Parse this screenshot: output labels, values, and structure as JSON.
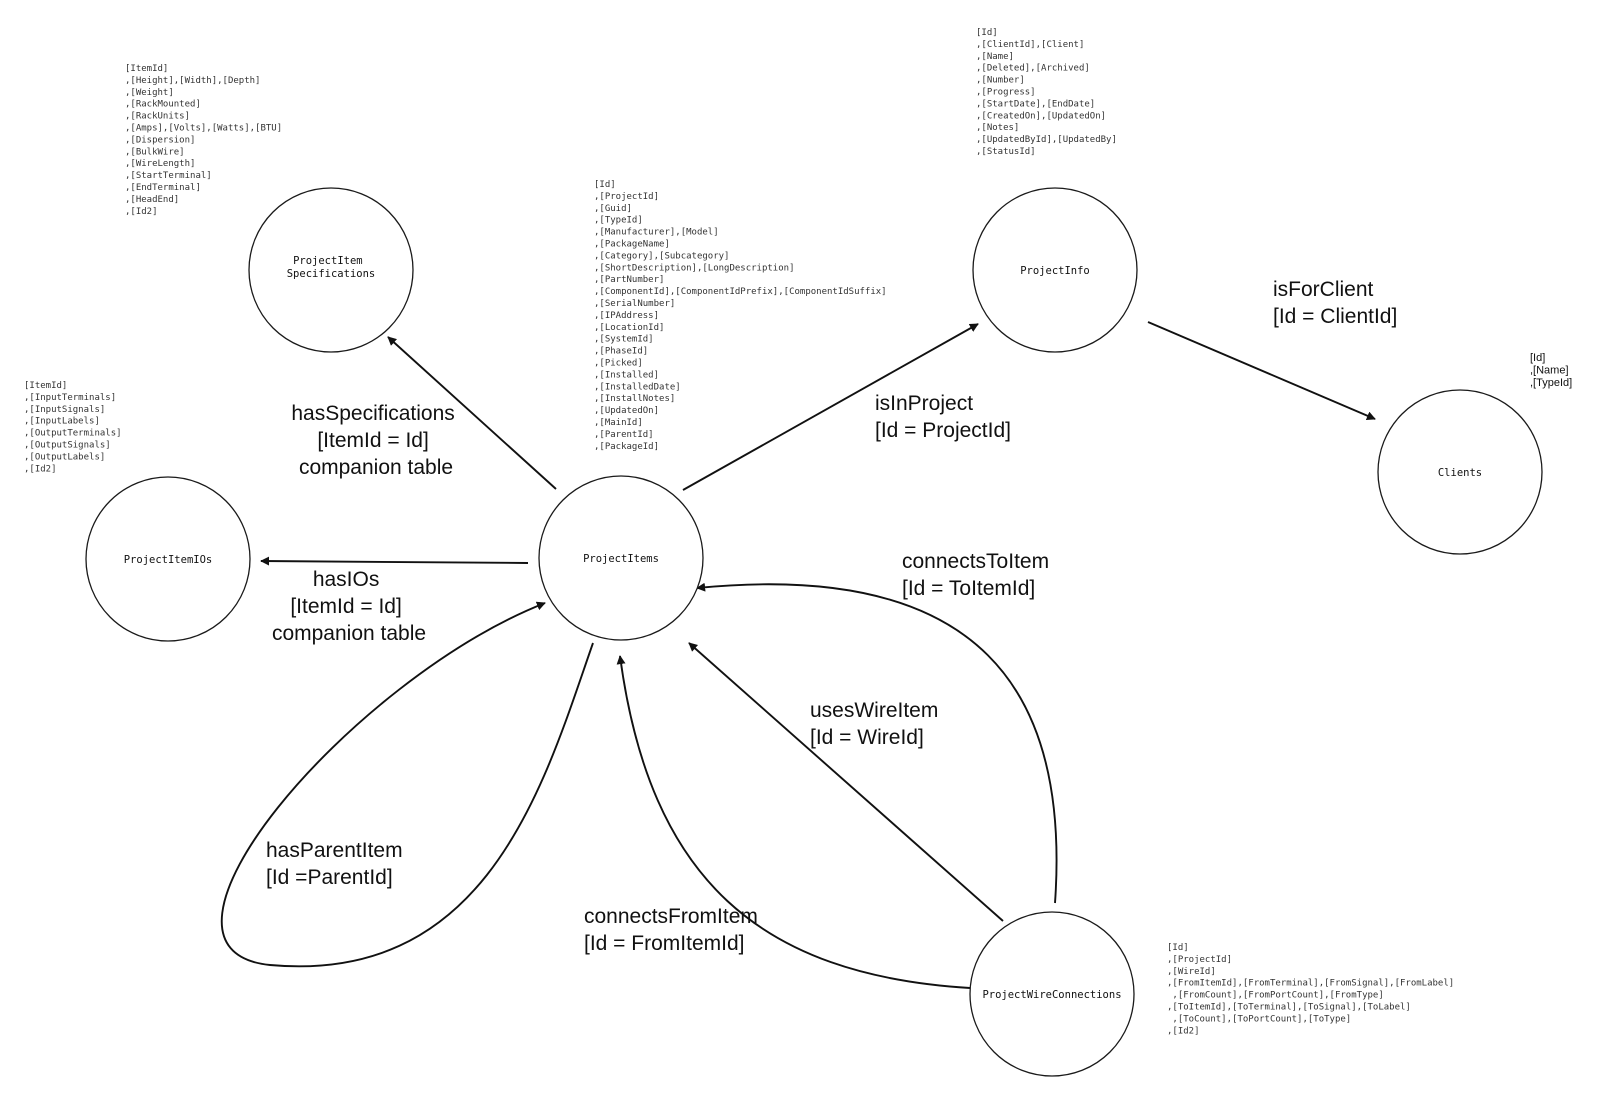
{
  "nodes": {
    "project_items": {
      "label": [
        "ProjectItems"
      ]
    },
    "project_item_specifications": {
      "label": [
        "ProjectItem",
        "Specifications"
      ]
    },
    "project_item_ios": {
      "label": [
        "ProjectItemIOs"
      ]
    },
    "project_info": {
      "label": [
        "ProjectInfo"
      ]
    },
    "clients": {
      "label": [
        "Clients"
      ]
    },
    "project_wire_connections": {
      "label": [
        "ProjectWireConnections"
      ]
    }
  },
  "fields": {
    "project_item_specifications": [
      "[ItemId]",
      ",[Height],[Width],[Depth]",
      ",[Weight]",
      ",[RackMounted]",
      ",[RackUnits]",
      ",[Amps],[Volts],[Watts],[BTU]",
      ",[Dispersion]",
      ",[BulkWire]",
      ",[WireLength]",
      ",[StartTerminal]",
      ",[EndTerminal]",
      ",[HeadEnd]",
      ",[Id2]"
    ],
    "project_item_ios": [
      " [ItemId]",
      ",[InputTerminals]",
      ",[InputSignals]",
      ",[InputLabels]",
      ",[OutputTerminals]",
      ",[OutputSignals]",
      ",[OutputLabels]",
      ",[Id2]"
    ],
    "project_items": [
      "[Id]",
      ",[ProjectId]",
      ",[Guid]",
      ",[TypeId]",
      ",[Manufacturer],[Model]",
      ",[PackageName]",
      ",[Category],[Subcategory]",
      ",[ShortDescription],[LongDescription]",
      ",[PartNumber]",
      ",[ComponentId],[ComponentIdPrefix],[ComponentIdSuffix]",
      ",[SerialNumber]",
      ",[IPAddress]",
      ",[LocationId]",
      ",[SystemId]",
      ",[PhaseId]",
      ",[Picked]",
      ",[Installed]",
      ",[InstalledDate]",
      ",[InstallNotes]",
      ",[UpdatedOn]",
      ",[MainId]",
      ",[ParentId]",
      ",[PackageId]"
    ],
    "project_info": [
      " [Id]",
      ",[ClientId],[Client]",
      ",[Name]",
      ",[Deleted],[Archived]",
      ",[Number]",
      ",[Progress]",
      ",[StartDate],[EndDate]",
      ",[CreatedOn],[UpdatedOn]",
      ",[Notes]",
      ",[UpdatedById],[UpdatedBy]",
      ",[StatusId]"
    ],
    "clients": [
      "[Id]",
      ",[Name]",
      ",[TypeId]"
    ],
    "project_wire_connections": [
      "[Id]",
      ",[ProjectId]",
      ",[WireId]",
      ",[FromItemId],[FromTerminal],[FromSignal],[FromLabel]",
      "       ,[FromCount],[FromPortCount],[FromType]",
      ",[ToItemId],[ToTerminal],[ToSignal],[ToLabel]",
      "       ,[ToCount],[ToPortCount],[ToType]",
      ",[Id2]"
    ]
  },
  "edges": {
    "has_specifications": [
      "hasSpecifications",
      "[ItemId = Id]",
      "companion table"
    ],
    "has_ios": [
      "hasIOs",
      "[ItemId = Id]",
      "companion table"
    ],
    "is_in_project": [
      "isInProject",
      "[Id = ProjectId]"
    ],
    "is_for_client": [
      "isForClient",
      "[Id = ClientId]"
    ],
    "connects_to_item": [
      "connectsToItem",
      "[Id = ToItemId]"
    ],
    "uses_wire_item": [
      "usesWireItem",
      "[Id = WireId]"
    ],
    "has_parent_item": [
      "hasParentItem",
      "[Id =ParentId]"
    ],
    "connects_from_item": [
      "connectsFromItem",
      "[Id = FromItemId]"
    ]
  },
  "colors": {
    "stroke": "#111111",
    "background": "#ffffff"
  }
}
